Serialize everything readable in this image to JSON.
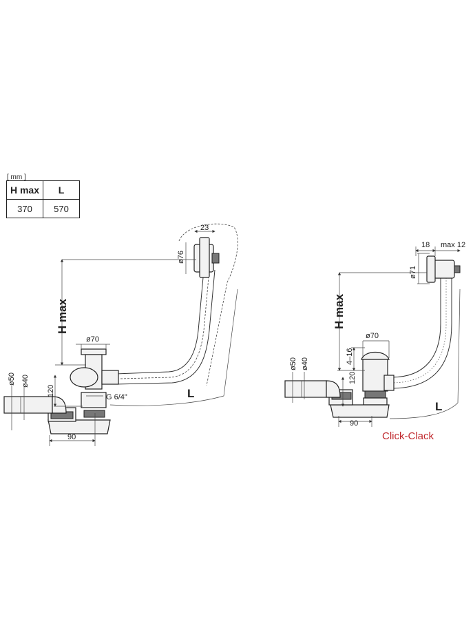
{
  "table": {
    "units": "[ mm ]",
    "headers": [
      "H max",
      "L"
    ],
    "values": [
      "370",
      "570"
    ]
  },
  "left_drawing": {
    "h_max": "H max",
    "diam_70": "ø70",
    "diam_76": "ø76",
    "dim_23": "23",
    "diam_50": "ø50",
    "diam_40": "ø40",
    "dim_120": "120",
    "thread": "G 6/4\"",
    "dim_90": "90",
    "length": "L"
  },
  "right_drawing": {
    "dim_18": "18",
    "max_12": "max 12",
    "diam_71": "ø71",
    "h_max": "H max",
    "range_4_16": "4–16",
    "diam_70": "ø70",
    "diam_50": "ø50",
    "diam_40": "ø40",
    "dim_120": "120",
    "dim_90": "90",
    "length": "L",
    "title": "Click-Clack"
  }
}
